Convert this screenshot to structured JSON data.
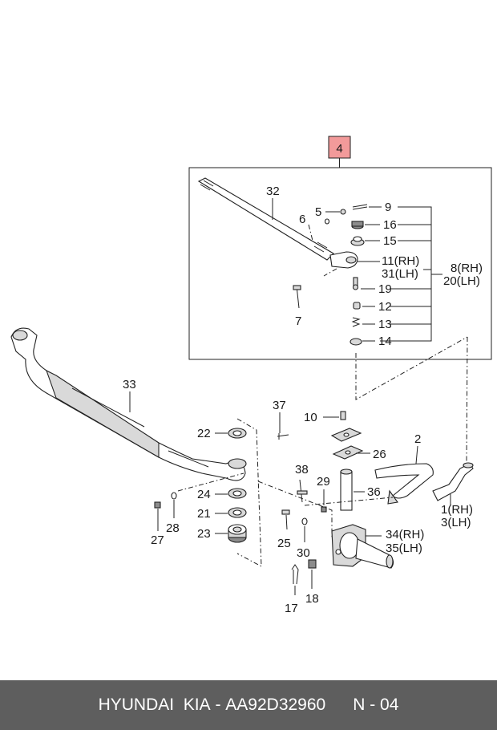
{
  "assembly_tag": "4",
  "labels": {
    "p1": "1(RH)",
    "p3": "3(LH)",
    "p2": "2",
    "p5": "5",
    "p6": "6",
    "p7": "7",
    "p8": "8(RH)",
    "p20": "20(LH)",
    "p9": "9",
    "p10": "10",
    "p11": "11(RH)",
    "p31": "31(LH)",
    "p12": "12",
    "p13": "13",
    "p14": "14",
    "p15": "15",
    "p16": "16",
    "p17": "17",
    "p18": "18",
    "p19": "19",
    "p21": "21",
    "p22": "22",
    "p23": "23",
    "p24": "24",
    "p25": "25",
    "p26": "26",
    "p27": "27",
    "p28": "28",
    "p29": "29",
    "p30": "30",
    "p32": "32",
    "p33": "33",
    "p34": "34(RH)",
    "p35": "35(LH)",
    "p36": "36",
    "p37": "37",
    "p38": "38"
  },
  "footer": {
    "brand": "HYUNDAI  KIA",
    "separator": " - ",
    "part_number": "AA92D32960",
    "page_code": "N - 04"
  },
  "colors": {
    "assembly_tag_fill": "#f29a9a",
    "footer_background": "#5e5e5e",
    "footer_text": "#ffffff"
  }
}
